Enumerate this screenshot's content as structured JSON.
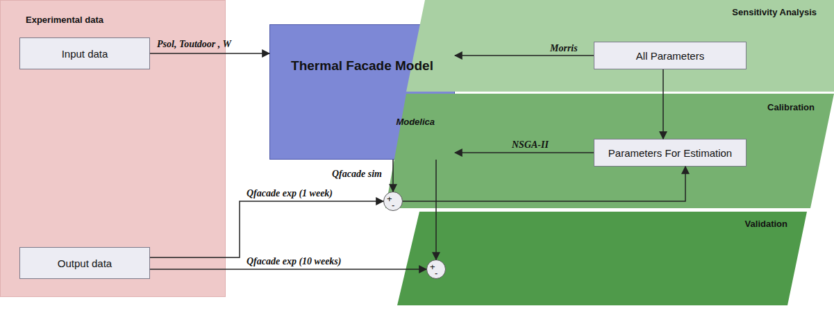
{
  "diagram": {
    "nodes": [
      {
        "text": [
          "Experimental data"
        ]
      },
      {
        "text": [
          "Input data"
        ],
        "in": 0
      },
      {
        "text": [
          "Output data"
        ],
        "in": 0
      },
      {
        "text": [
          "Thermal Facade Model",
          "Modelica"
        ]
      },
      {
        "text": [
          "Sensitivity Analysis"
        ]
      },
      {
        "text": [
          "All Parameters"
        ],
        "in": 4
      },
      {
        "text": [
          "Calibration"
        ]
      },
      {
        "text": [
          "Parameters For Estimation"
        ],
        "in": 6
      },
      {
        "text": [
          "+",
          "-"
        ]
      },
      {
        "text": [
          "Validation"
        ]
      },
      {
        "text": [
          "+",
          "-"
        ]
      }
    ],
    "edges": [
      {
        "from": 1,
        "to": 3,
        "arrow": "to",
        "label": "Psol, Toutdoor , W"
      },
      {
        "from": 5,
        "to": 3,
        "arrow": "to",
        "label": "Morris"
      },
      {
        "from": 5,
        "to": 7,
        "arrow": "to"
      },
      {
        "from": 7,
        "to": 3,
        "arrow": "to",
        "label": "NSGA-II"
      },
      {
        "from": 3,
        "to": 8,
        "arrow": "to",
        "label": "Qfacade sim"
      },
      {
        "from": 2,
        "to": 8,
        "arrow": "to",
        "label": "Qfacade exp (1 week)"
      },
      {
        "from": 8,
        "to": 7,
        "arrow": "to"
      },
      {
        "from": 3,
        "to": 10,
        "arrow": "to"
      },
      {
        "from": 2,
        "to": 10,
        "arrow": "to",
        "label": "Qfacade exp (10 weeks)"
      }
    ]
  }
}
